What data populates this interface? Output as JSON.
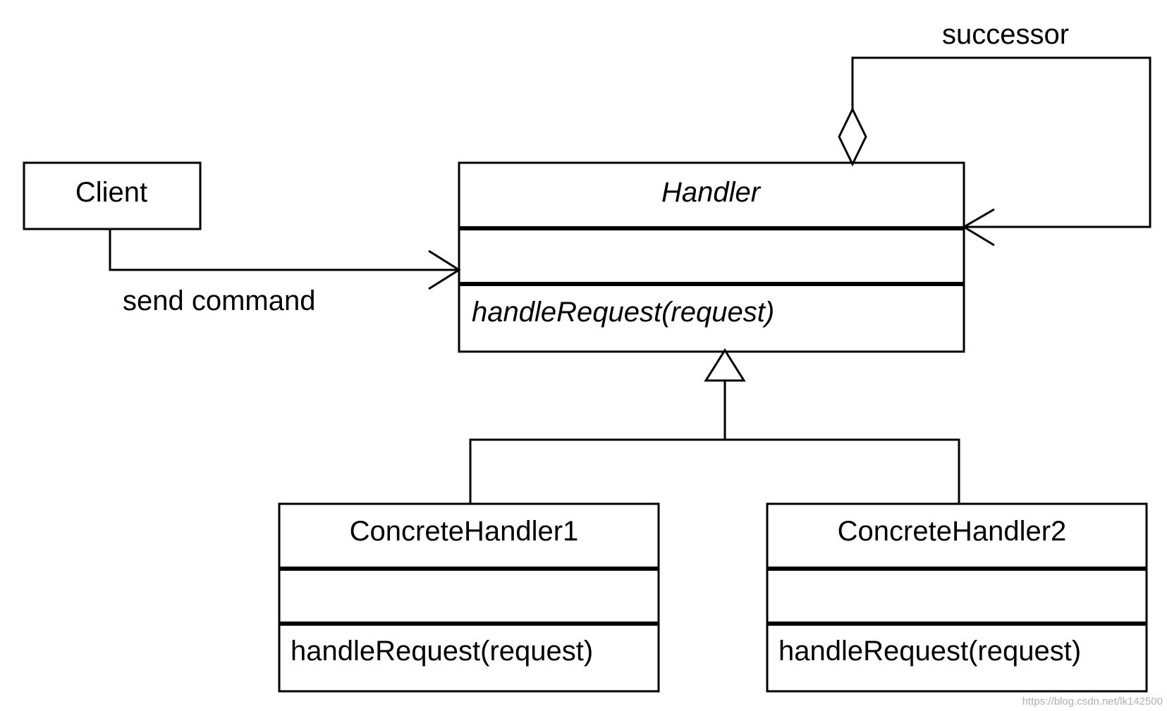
{
  "diagram": {
    "client": {
      "name": "Client"
    },
    "handler": {
      "name": "Handler",
      "method": "handleRequest(request)"
    },
    "concrete_handler_1": {
      "name": "ConcreteHandler1",
      "method": "handleRequest(request)"
    },
    "concrete_handler_2": {
      "name": "ConcreteHandler2",
      "method": "handleRequest(request)"
    },
    "edges": {
      "client_to_handler": "send command",
      "self_aggregation": "successor"
    }
  },
  "watermark": "https://blog.csdn.net/lk142500"
}
